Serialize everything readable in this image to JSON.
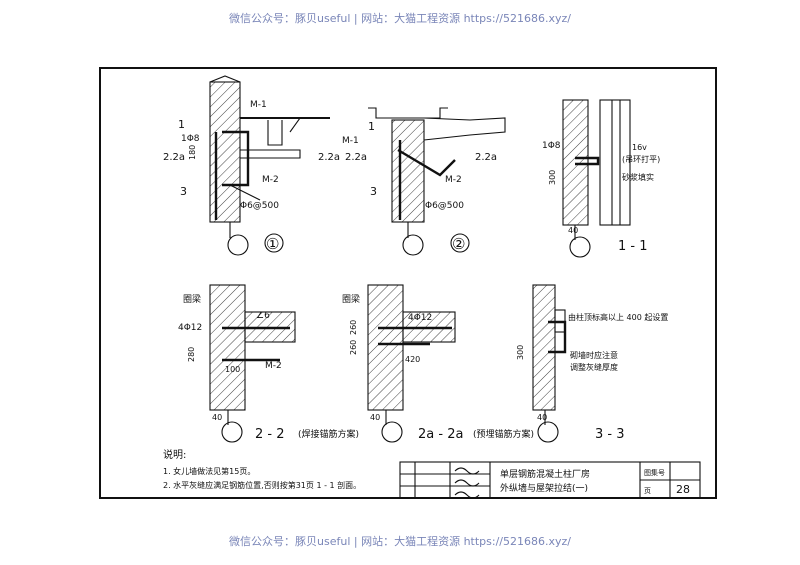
{
  "watermark": {
    "top": "微信公众号：豚贝useful | 网站：大猫工程资源 https://521686.xyz/",
    "bottom": "微信公众号：豚贝useful | 网站：大猫工程资源 https://521686.xyz/"
  },
  "details": {
    "d1": {
      "rebar_label": "1Φ8",
      "dim": "180",
      "m1": "M-1",
      "m2": "M-2",
      "tie": "Φ6@500",
      "sec1": "1",
      "sec22a_left": "2.2a",
      "sec22a_right": "2.2a",
      "sec3": "3",
      "circled": "①"
    },
    "d2": {
      "m1": "M-1",
      "m2": "M-2",
      "tie": "Φ6@500",
      "sec1": "1",
      "sec22a_left": "2.2a",
      "sec22a_right": "2.2a",
      "sec3": "3",
      "circled": "②"
    },
    "d11": {
      "rebar_label": "1Φ8",
      "dim_300": "300",
      "dim_40": "40",
      "note_16": "16v",
      "note_flat": "(吊环打平)",
      "note_grout": "砂浆填实",
      "title": "1 - 1"
    },
    "d22": {
      "ring_beam": "圈梁",
      "rebar": "4Φ12",
      "weld": "∠6",
      "dim_280": "280",
      "dim_100": "100",
      "dim_40": "40",
      "m2": "M-2",
      "title": "2 - 2",
      "subtitle": "(焊接锚筋方案)"
    },
    "d22a": {
      "ring_beam": "圈梁",
      "rebar": "4Φ12",
      "dim_260": "260",
      "dim_260b": "260",
      "dim_420": "420",
      "dim_40": "40",
      "title": "2a - 2a",
      "subtitle": "(预埋锚筋方案)"
    },
    "d33": {
      "note1": "由柱顶标高以上 400 起设置",
      "note2": "砌墙时应注意",
      "note3": "调整灰缝厚度",
      "dim_300": "300",
      "dim_40": "40",
      "title": "3 - 3"
    }
  },
  "notes": {
    "heading": "说明:",
    "line1": "1. 女儿墙做法见第15页。",
    "line2": "2. 水平灰缝应满足钢筋位置,否则按第31页 1 - 1 剖面。"
  },
  "title_block": {
    "title_line1": "单层钢筋混凝土柱厂房",
    "title_line2": "外纵墙与屋架拉结(一)",
    "page": "28",
    "label_atlas": "图集号",
    "label_page": "页"
  }
}
